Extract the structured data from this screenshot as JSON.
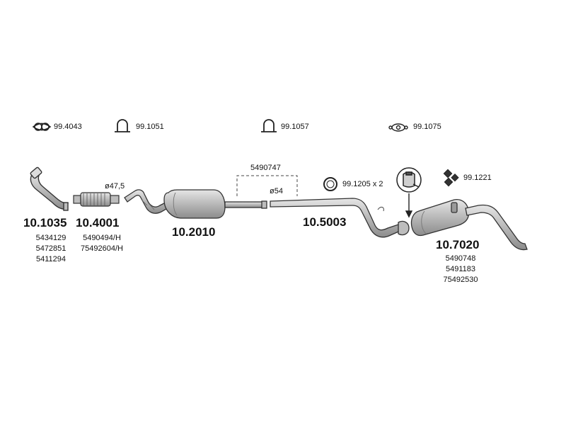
{
  "fittings": {
    "gasket_1": "99.4043",
    "clamp_1": "99.1051",
    "clamp_2": "99.1057",
    "gasket_2": "99.1075",
    "ring": "99.1205 x 2",
    "mount": "99.1221"
  },
  "dimensions": {
    "diameter_1": "ø47,5",
    "diameter_2": "ø54",
    "option_code": "5490747"
  },
  "parts": [
    {
      "code": "10.1035",
      "refs": [
        "5434129",
        "5472851",
        "5411294"
      ]
    },
    {
      "code": "10.4001",
      "refs": [
        "5490494/H",
        "75492604/H"
      ]
    },
    {
      "code": "10.2010",
      "refs": []
    },
    {
      "code": "10.5003",
      "refs": []
    },
    {
      "code": "10.7020",
      "refs": [
        "5490748",
        "5491183",
        "75492530"
      ]
    }
  ],
  "colors": {
    "line": "#333333",
    "fill": "#c8c8c8",
    "fill_dark": "#9a9a9a"
  }
}
